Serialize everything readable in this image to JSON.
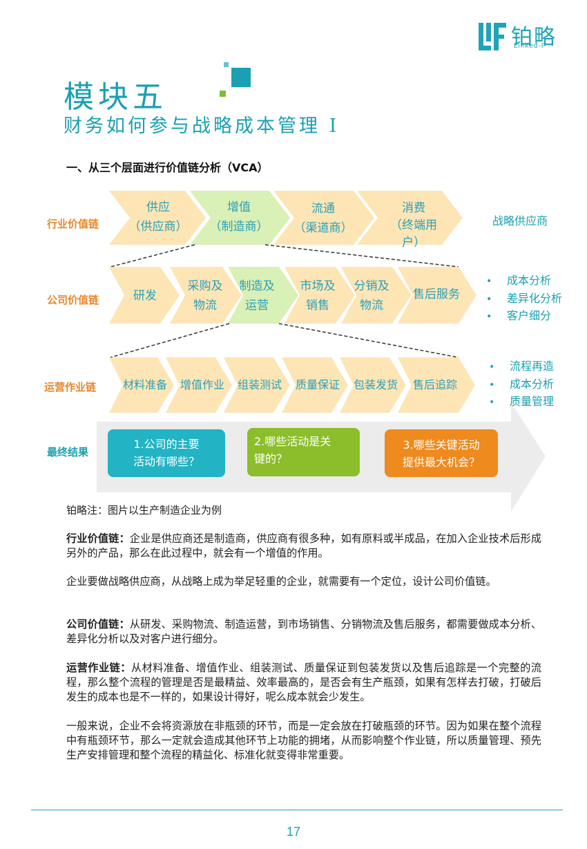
{
  "logo": {
    "cn": "铂略",
    "en": "Linked-F"
  },
  "title": {
    "main": "模块五",
    "sub": "财务如何参与战略成本管理 I"
  },
  "section_heading": "一、从三个层面进行价值链分析（VCA）",
  "colors": {
    "teal": "#1aa0b2",
    "orange": "#e8862b",
    "chevron": "#fde5b6",
    "highlight": "#d9f0b6",
    "grey_arrow": "#ececec"
  },
  "rows": {
    "industry": {
      "label": "行业价值链",
      "items": [
        {
          "line1": "供应",
          "line2": "（供应商）"
        },
        {
          "line1": "增值",
          "line2": "（制造商）"
        },
        {
          "line1": "流通",
          "line2": "（渠道商）"
        },
        {
          "line1": "消费",
          "line2": "（终端用",
          "line3": "户）"
        }
      ],
      "side": "战略供应商"
    },
    "company": {
      "label": "公司价值链",
      "items": [
        {
          "line1": "研发"
        },
        {
          "line1": "采购及",
          "line2": "物流"
        },
        {
          "line1": "制造及",
          "line2": "运营"
        },
        {
          "line1": "市场及",
          "line2": "销售"
        },
        {
          "line1": "分销及",
          "line2": "物流"
        },
        {
          "line1": "售后服务"
        }
      ],
      "side": [
        "成本分析",
        "差异化分析",
        "客户细分"
      ]
    },
    "operations": {
      "label": "运营作业链",
      "items": [
        "材料准备",
        "增值作业",
        "组装测试",
        "质量保证",
        "包装发货",
        "售后追踪"
      ],
      "side": [
        "流程再造",
        "成本分析",
        "质量管理"
      ]
    },
    "final": {
      "label": "最终结果",
      "boxes": [
        {
          "line1": "1.公司的主要",
          "line2": "活动有哪些？",
          "color": "#22b3c4"
        },
        {
          "line1": "2.哪些活动是关",
          "line2": "键的？",
          "color": "#8cbd2a"
        },
        {
          "line1": "3.哪些关键活动",
          "line2": "提供最大机会？",
          "color": "#ee8a1e"
        }
      ]
    }
  },
  "note": "铂略注：图片以生产制造企业为例",
  "paragraphs": [
    {
      "bold": "行业价值链：",
      "text": "企业是供应商还是制造商，供应商有很多种，如有原料或半成品，在加入企业技术后形成另外的产品，那么在此过程中，就会有一个增值的作用。"
    },
    {
      "bold": "",
      "text": "企业要做战略供应商，从战略上成为举足轻重的企业，就需要有一个定位，设计公司价值链。"
    },
    {
      "bold": "公司价值链：",
      "text": "从研发、采购物流、制造运营，到市场销售、分销物流及售后服务，都需要做成本分析、差异化分析以及对客户进行细分。"
    },
    {
      "bold": "运营作业链：",
      "text": "从材料准备、增值作业、组装测试、质量保证到包装发货以及售后追踪是一个完整的流程，那么整个流程的管理是否是最精益、效率最高的，是否会有生产瓶颈，如果有怎样去打破，打破后发生的成本也是不一样的，如果设计得好，呢么成本就会少发生。"
    },
    {
      "bold": "",
      "text": "一般来说，企业不会将资源放在非瓶颈的环节，而是一定会放在打破瓶颈的环节。因为如果在整个流程中有瓶颈环节，那么一定就会造成其他环节上功能的拥堵，从而影响整个作业链，所以质量管理、预先生产安排管理和整个流程的精益化、标准化就变得非常重要。"
    }
  ],
  "page_number": "17"
}
